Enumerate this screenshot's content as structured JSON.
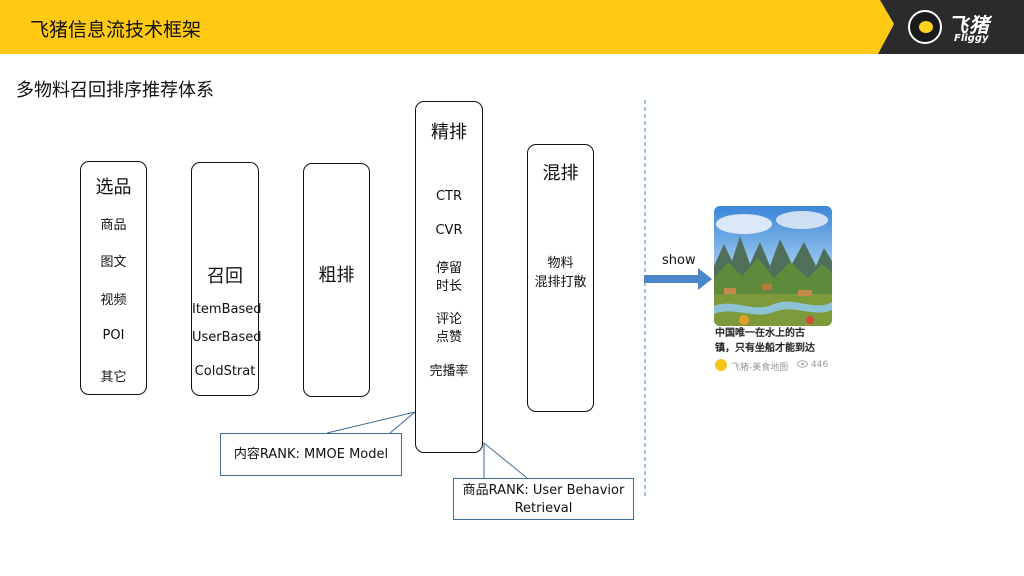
{
  "header": {
    "title": "飞猪信息流技术框架",
    "logo_cn": "飞猪",
    "logo_en": "Fliggy",
    "bar_color": "#ffc914"
  },
  "subtitle": "多物料召回排序推荐体系",
  "stages": {
    "selection": {
      "title": "选品",
      "items": [
        "商品",
        "图文",
        "视频",
        "POI",
        "其它"
      ]
    },
    "recall": {
      "title": "召回",
      "items": [
        "ItemBased",
        "UserBased",
        "ColdStrat"
      ]
    },
    "coarse": {
      "title": "粗排"
    },
    "fine": {
      "title": "精排",
      "items": [
        "CTR",
        "CVR",
        "停留",
        "时长",
        "评论",
        "点赞",
        "完播率"
      ]
    },
    "mix": {
      "title": "混排",
      "items": [
        "物料",
        "混排打散"
      ]
    }
  },
  "callouts": {
    "content_rank": "内容RANK: MMOE Model",
    "item_rank_1": "商品RANK: User Behavior",
    "item_rank_2": "Retrieval"
  },
  "show_label": "show",
  "card": {
    "title_line1": "中国唯一在水上的古",
    "title_line2": "镇，只有坐船才能到达",
    "author": "飞猪-美食地图",
    "views": "446"
  },
  "colors": {
    "arrow": "#4a86c8",
    "divider": "#5b9bd5",
    "callout_border": "#3e6b98"
  }
}
